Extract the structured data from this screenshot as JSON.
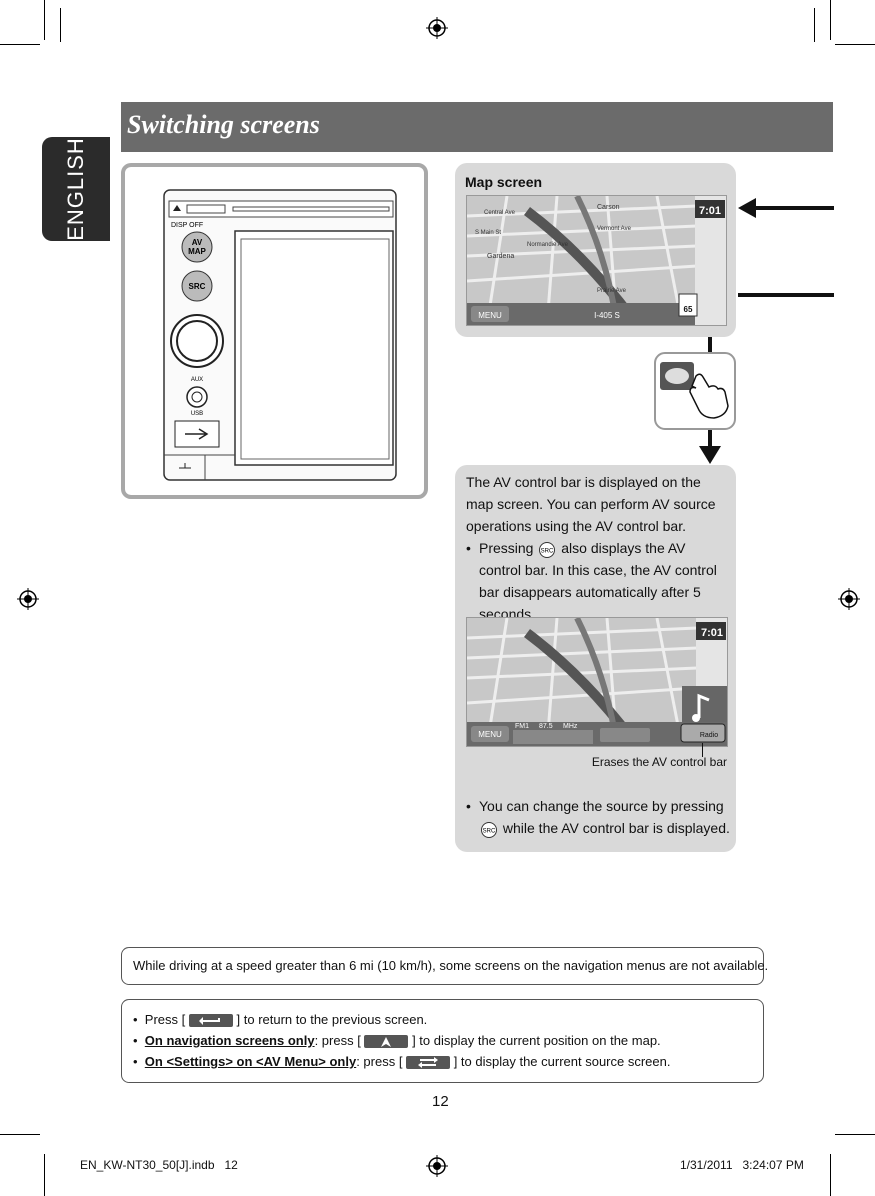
{
  "section": {
    "title": "Switching screens",
    "tab_label": "ENGLISH"
  },
  "unit": {
    "disp_off": "DISP OFF",
    "av_map_1": "AV",
    "av_map_2": "MAP",
    "src": "SRC",
    "aux": "AUX",
    "usb": "USB"
  },
  "map_screen": {
    "label": "Map screen",
    "time": "7:01",
    "menu": "MENU",
    "street": "I-405 S",
    "speed_limit": "65",
    "streets": [
      "Central Ave",
      "S Main St",
      "Vermont Ave",
      "Normandie Ave",
      "Gardena",
      "Carson",
      "Prairie Ave"
    ]
  },
  "description": {
    "intro": "The AV control bar is displayed on the map screen. You can perform AV source operations using the AV control bar.",
    "bullet_pre": "Pressing",
    "bullet_post": "also displays the AV control bar. In this case, the AV control bar disappears automatically after 5 seconds."
  },
  "av_screen": {
    "time": "7:01",
    "menu": "MENU",
    "band": "FM1",
    "freq": "87.5",
    "unit": "MHz",
    "radio": "Radio"
  },
  "callout": "Erases the AV control bar",
  "change_source": {
    "pre": "You can change the source by pressing",
    "post": "while the AV control bar is displayed."
  },
  "driving_note": "While driving at a speed greater than 6 mi (10 km/h), some screens on the navigation menus are not available.",
  "tips": {
    "t1_pre": "Press [",
    "t1_post": "] to return to the previous screen.",
    "t2_bold": "On navigation screens only",
    "t2_mid": ": press [",
    "t2_post": "] to display the current position on the map.",
    "t3_bold": "On <Settings> on <AV Menu> only",
    "t3_mid": ": press [",
    "t3_post": "] to display the current source screen."
  },
  "page_number": "12",
  "footer": {
    "file": "EN_KW-NT30_50[J].indb   12",
    "date": "1/31/2011   3:24:07 PM"
  }
}
